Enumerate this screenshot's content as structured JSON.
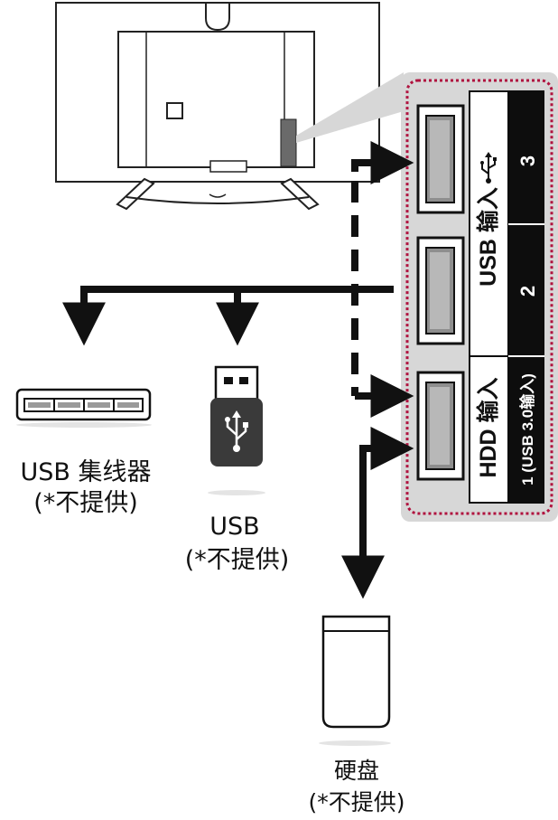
{
  "panel": {
    "usb_in_label": "USB 输入",
    "hdd_in_label": "HDD 输入",
    "port3_label": "3",
    "port2_label": "2",
    "port1_label": "1 (USB 3.0输入)"
  },
  "devices": {
    "usb_hub": {
      "name": "USB 集线器",
      "note": "(*不提供)"
    },
    "usb_stick": {
      "name": "USB",
      "note": "(*不提供)"
    },
    "hard_disk": {
      "name": "硬盘",
      "note": "(*不提供)"
    }
  },
  "colors": {
    "panel_bg": "#d7d7d7",
    "dotted_border": "#b0133f",
    "arrow": "#111111"
  }
}
